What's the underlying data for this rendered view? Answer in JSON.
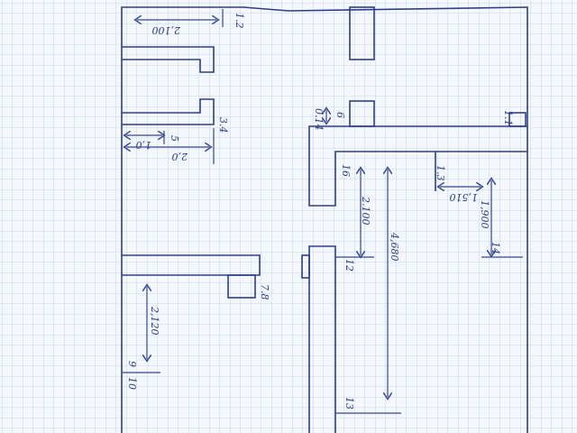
{
  "title": "Hand-drawn floor plan sketch on graph paper",
  "colors": {
    "ink": "#2e3f86",
    "grid": "#b9cde6",
    "paper": "#f4f7fb"
  },
  "labels": {
    "top_width": "2,100",
    "top_gap": "1.2",
    "shelf_gap": "3.4",
    "short_dim": "1,0",
    "short_tick": "5",
    "long_dim": "2,0",
    "box_gap": "6",
    "box_side": "0.14",
    "right_corner": "1.1",
    "inner_top": "16",
    "inner_run": "2.100",
    "long_run": "4,680",
    "partition": "1.3",
    "partition_dim": "1,510",
    "right_run": "1,900",
    "right_end": "14",
    "inner_end": "12",
    "bottom_end": "13",
    "shelf_box": "7.8",
    "left_run": "2,120",
    "left_end_a": "9",
    "left_end_b": "10"
  }
}
